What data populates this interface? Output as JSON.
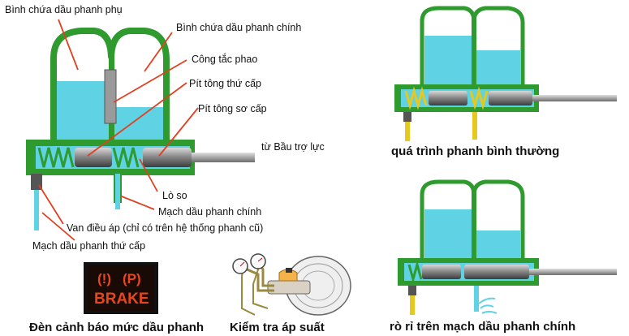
{
  "labels": {
    "reservoir_secondary": "Bình chứa dầu phanh phụ",
    "reservoir_primary": "Bình chứa dầu phanh chính",
    "float_switch": "Công tắc phao",
    "secondary_piston": "Pít tông thứ cấp",
    "primary_piston": "Pít tông sơ cấp",
    "from_booster": "từ Bầu trợ lực",
    "spring": "Lò so",
    "primary_circuit": "Mạch dầu phanh chính",
    "pressure_valve": "Van điều áp (chỉ có trên hệ thống phanh cũ)",
    "secondary_circuit": "Mạch dầu phanh thứ cấp"
  },
  "captions": {
    "normal_braking": "quá trình phanh bình thường",
    "warning_light": "Đèn cảnh báo mức dầu phanh",
    "pressure_test": "Kiểm tra áp suất",
    "leak_primary": "rò rỉ trên mạch dầu phanh chính"
  },
  "warning_panel": {
    "icon_1": "(!)",
    "icon_2": "(P)",
    "text": "BRAKE"
  },
  "colors": {
    "housing_green": "#2f9b2f",
    "fluid_cyan": "#5fd3e3",
    "piston_gray": "#7a7a7a",
    "spring_yellow": "#e6c81e",
    "warning_red": "#e8461c",
    "panel_black": "#111111"
  }
}
